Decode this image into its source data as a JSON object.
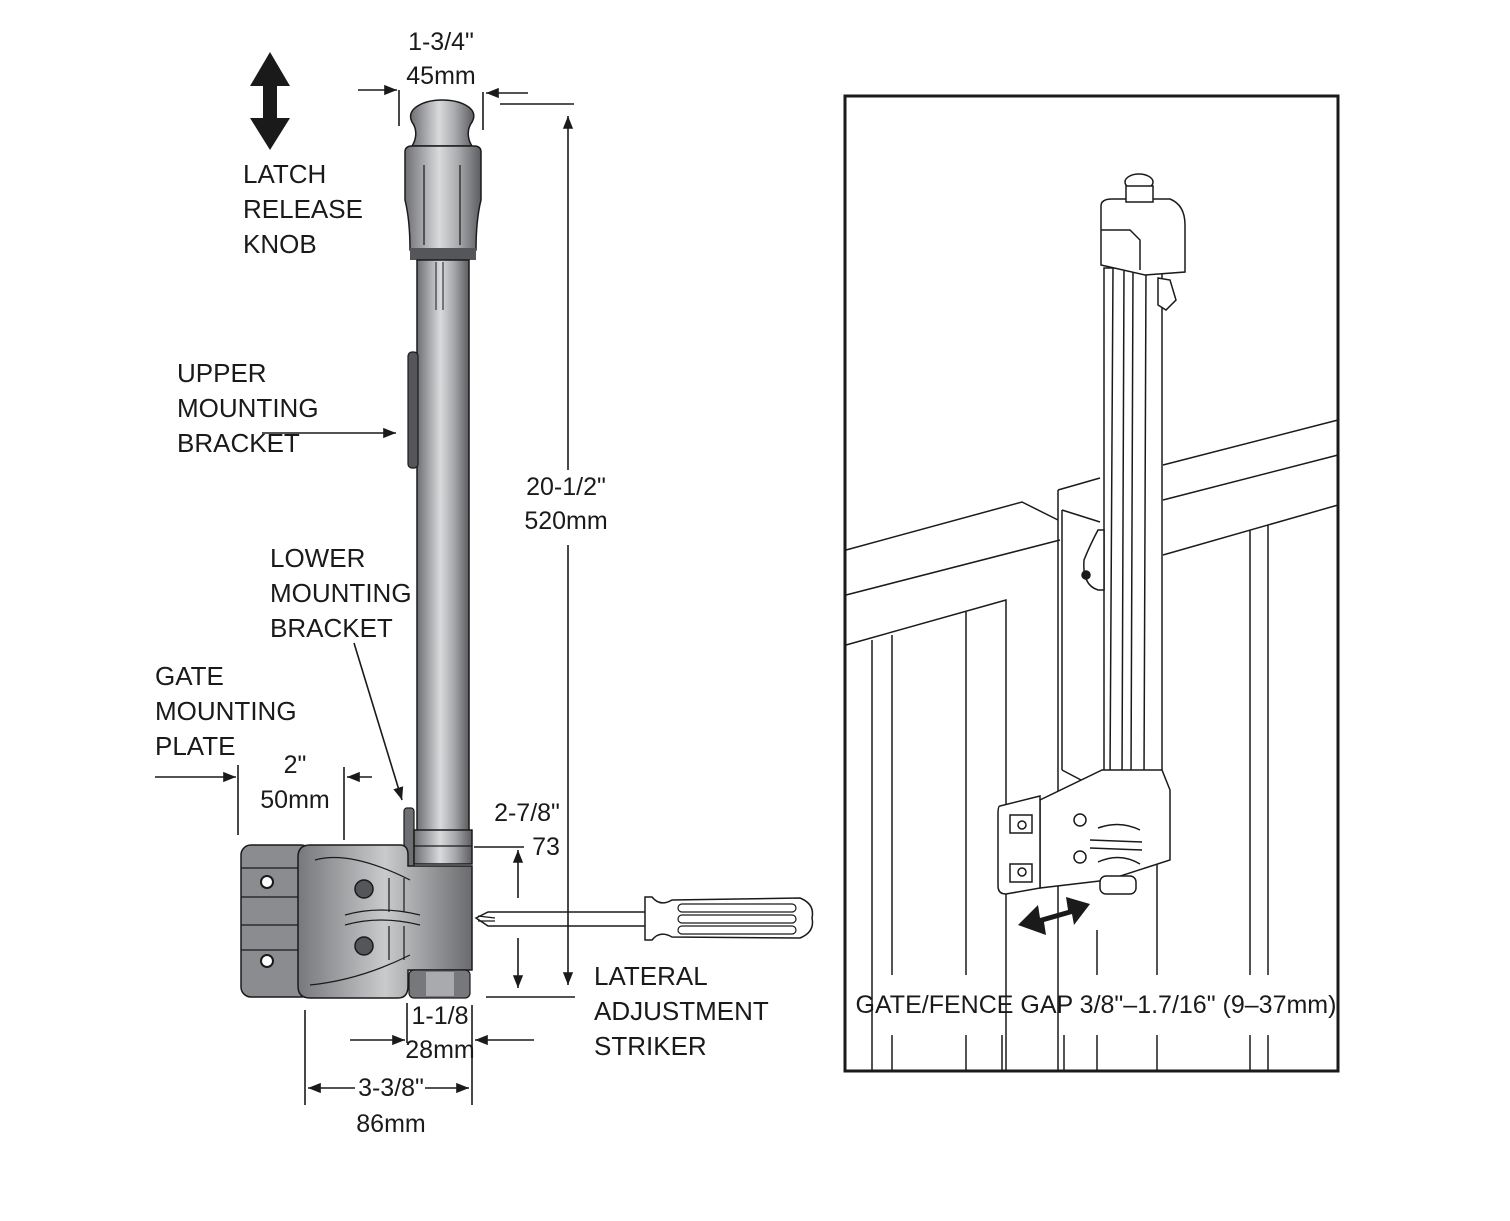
{
  "diagram": {
    "left_product_view": {
      "labels": {
        "latch_release_knob": [
          "LATCH",
          "RELEASE",
          "KNOB"
        ],
        "upper_mounting_bracket": [
          "UPPER",
          "MOUNTING",
          "BRACKET"
        ],
        "lower_mounting_bracket": [
          "LOWER",
          "MOUNTING",
          "BRACKET"
        ],
        "gate_mounting_plate": [
          "GATE",
          "MOUNTING",
          "PLATE"
        ],
        "lateral_adjustment_striker": [
          "LATERAL",
          "ADJUSTMENT",
          "STRIKER"
        ]
      },
      "dimensions": {
        "knob_width": {
          "imperial": "1-3/4\"",
          "metric": "45mm"
        },
        "overall_height": {
          "imperial": "20-1/2\"",
          "metric": "520mm"
        },
        "plate_width": {
          "imperial": "2\"",
          "metric": "50mm"
        },
        "striker_height": {
          "imperial": "2-7/8\"",
          "metric": "73"
        },
        "striker_width": {
          "imperial": "1-1/8",
          "metric": "28mm"
        },
        "base_width": {
          "imperial": "3-3/8\"",
          "metric": "86mm"
        }
      },
      "icons": [
        "double-vertical-arrow",
        "screwdriver"
      ]
    },
    "right_installed_view": {
      "caption": "GATE/FENCE GAP  3/8\"–1.7/16\" (9–37mm)",
      "icons": [
        "double-horizontal-arrow"
      ]
    },
    "colors": {
      "ink": "#1a1a1a",
      "metal_dark": "#6e6f73",
      "metal_light": "#d9dadc",
      "background": "#ffffff"
    }
  }
}
